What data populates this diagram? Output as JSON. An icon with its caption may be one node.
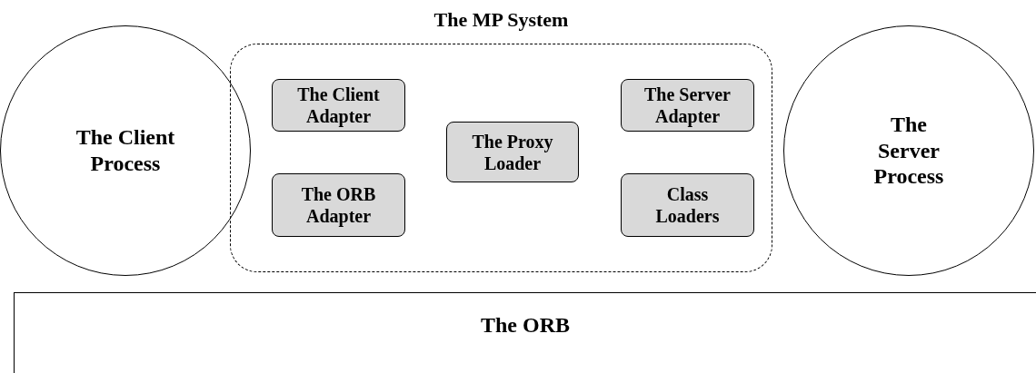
{
  "diagram": {
    "nodes": [
      {
        "text": [
          "The Client Process"
        ]
      },
      {
        "text": [
          "The MP System"
        ]
      },
      {
        "text": [
          "The Client Adapter"
        ],
        "in": 1
      },
      {
        "text": [
          "The ORB Adapter"
        ],
        "in": 1
      },
      {
        "text": [
          "The Proxy Loader"
        ],
        "in": 1
      },
      {
        "text": [
          "The Server Adapter"
        ],
        "in": 1
      },
      {
        "text": [
          "Class Loaders"
        ],
        "in": 1
      },
      {
        "text": [
          "The Server Process"
        ]
      },
      {
        "text": [
          "The ORB"
        ]
      }
    ]
  }
}
